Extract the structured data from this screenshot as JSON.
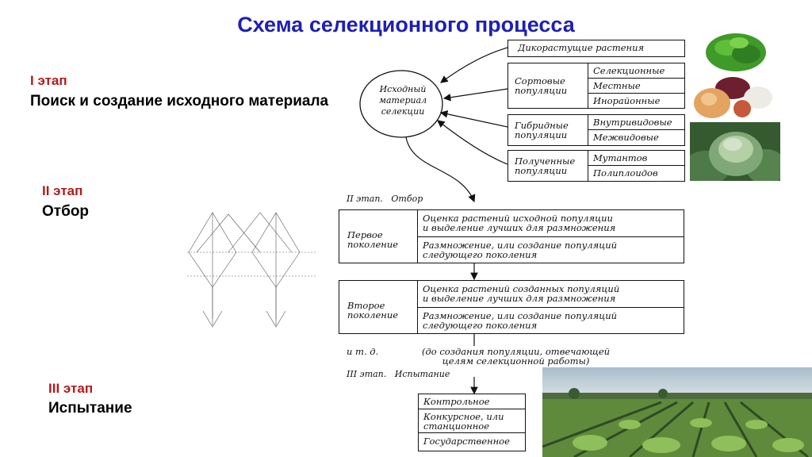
{
  "title": "Схема селекционного процесса",
  "stages": [
    {
      "label": "I этап",
      "desc": "Поиск и создание исходного материала"
    },
    {
      "label": "II этап",
      "desc": "Отбор"
    },
    {
      "label": "III этап",
      "desc": "Испытание"
    }
  ],
  "diagram": {
    "center_lines": [
      "Исходный",
      "материал",
      "селекции"
    ],
    "wild": "Дикорастущие растения",
    "variety_pop": {
      "label_lines": [
        "Сортовые",
        "популяции"
      ],
      "items": [
        "Селекционные",
        "Местные",
        "Инорайонные"
      ]
    },
    "hybrid_pop": {
      "label_lines": [
        "Гибридные",
        "популяции"
      ],
      "items": [
        "Внутривидовые",
        "Межвидовые"
      ]
    },
    "obtained_pop": {
      "label_lines": [
        "Полученные",
        "популяции"
      ],
      "items": [
        "Мутантов",
        "Полиплоидов"
      ]
    },
    "stage2_header": "II этап.   Отбор",
    "gen1": {
      "label_lines": [
        "Первое",
        "поколение"
      ],
      "items": [
        [
          "Оценка растений исходной популяции",
          "и выделение лучших для размножения"
        ],
        [
          "Размножение, или создание популяций",
          "следующего поколения"
        ]
      ]
    },
    "gen2": {
      "label_lines": [
        "Второе",
        "поколение"
      ],
      "items": [
        [
          "Оценка растений созданных популяций",
          "и выделение лучших для размножения"
        ],
        [
          "Размножение, или создание популяций",
          "следующего поколения"
        ]
      ]
    },
    "etc_prefix": "и т. д.",
    "etc_lines": [
      "(до создания популяции, отвечающей",
      "целям селекционной работы)"
    ],
    "stage3_header": "III этап.   Испытание",
    "tests": [
      [
        "Контрольное"
      ],
      [
        "Конкурсное, или",
        "станционное"
      ],
      [
        "Государственное"
      ]
    ]
  },
  "images": [
    "microgreens-photo",
    "onions-photo",
    "cabbage-photo",
    "selection-scheme-drawing",
    "cabbage-field-photo"
  ]
}
